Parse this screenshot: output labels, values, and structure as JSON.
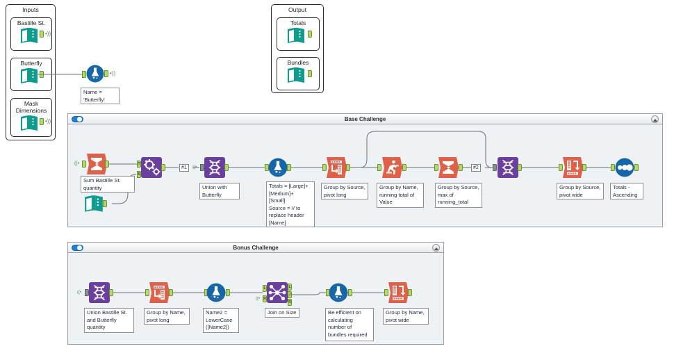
{
  "app": {
    "name": "alteryx-designer-canvas"
  },
  "containers": {
    "inputs": {
      "title": "Inputs",
      "tools": [
        {
          "title": "Bastille St.",
          "icon": "input-data-icon",
          "has_wireless": true
        },
        {
          "title": "Butterfly",
          "icon": "input-data-icon",
          "has_wireless": false
        },
        {
          "title": "Mask Dimensions",
          "icon": "input-data-icon",
          "has_wireless": true
        }
      ]
    },
    "output": {
      "title": "Output",
      "tools": [
        {
          "title": "Totals",
          "icon": "output-data-icon",
          "has_wireless": false
        },
        {
          "title": "Bundles",
          "icon": "output-data-icon",
          "has_wireless": false
        }
      ]
    }
  },
  "standalone": {
    "formula_butterfly": {
      "icon": "formula-icon",
      "note": "Name =\n'Butterfly'",
      "has_wireless": true
    }
  },
  "base_challenge": {
    "title": "Base Challenge",
    "toggle_on": true,
    "collapse_icon": "collapse-up-icon",
    "connection_tags": [
      "#1",
      "#2"
    ],
    "tools": [
      {
        "id": "summarize-1",
        "icon": "summarize-icon",
        "note": "Sum Bastille St.\nquantity"
      },
      {
        "id": "input-extra",
        "icon": "input-data-icon",
        "note": ""
      },
      {
        "id": "find-replace-1",
        "icon": "find-replace-icon",
        "note": "",
        "inputs": [
          "T",
          "S"
        ]
      },
      {
        "id": "union-1",
        "icon": "union-icon",
        "note": "Union with\nButterfly"
      },
      {
        "id": "formula-1",
        "icon": "formula-icon",
        "note": "Totals = [Large]+\n[Medium]+\n[Small]\nSource = // to\nreplace header\n[Name]"
      },
      {
        "id": "transpose-1",
        "icon": "transpose-icon",
        "note": "Group by Source,\npivot long"
      },
      {
        "id": "running-total-1",
        "icon": "running-total-icon",
        "note": "Group by Name,\nrunning total of\nValue"
      },
      {
        "id": "summarize-2",
        "icon": "summarize-icon",
        "note": "Group by Source,\nmax of\nrunning_total"
      },
      {
        "id": "union-2",
        "icon": "union-icon",
        "note": ""
      },
      {
        "id": "crosstab-1",
        "icon": "crosstab-icon",
        "note": "Group by Source,\npivot wide"
      },
      {
        "id": "sort-1",
        "icon": "sort-icon",
        "note": "Totals -\nAscending"
      }
    ]
  },
  "bonus_challenge": {
    "title": "Bonus Challenge",
    "toggle_on": true,
    "collapse_icon": "collapse-up-icon",
    "tools": [
      {
        "id": "union-3",
        "icon": "union-icon",
        "note": "Union Bastille St.\nand Butterfly\nquantity"
      },
      {
        "id": "transpose-2",
        "icon": "transpose-icon",
        "note": "Group by Name,\npivot long"
      },
      {
        "id": "formula-2",
        "icon": "formula-icon",
        "note": "Name2 =\nLowerCase\n([Name2])"
      },
      {
        "id": "join-1",
        "icon": "join-icon",
        "note": "Join on Size",
        "inputs": [
          "L",
          "R"
        ],
        "outputs": [
          "L",
          "J",
          "R"
        ]
      },
      {
        "id": "formula-3",
        "icon": "formula-icon",
        "note": "Be efficient on\ncalculating\nnumber of\nbundles required"
      },
      {
        "id": "crosstab-2",
        "icon": "crosstab-icon",
        "note": "Group by Name,\npivot wide"
      }
    ]
  },
  "colors": {
    "teal": "#0f9b8e",
    "orange": "#e0614a",
    "purple": "#6a3f9e",
    "blue": "#1565a8",
    "anchor_green": "#b5d96b",
    "container_bg": "#eef2f5",
    "wire": "#6b7277"
  }
}
